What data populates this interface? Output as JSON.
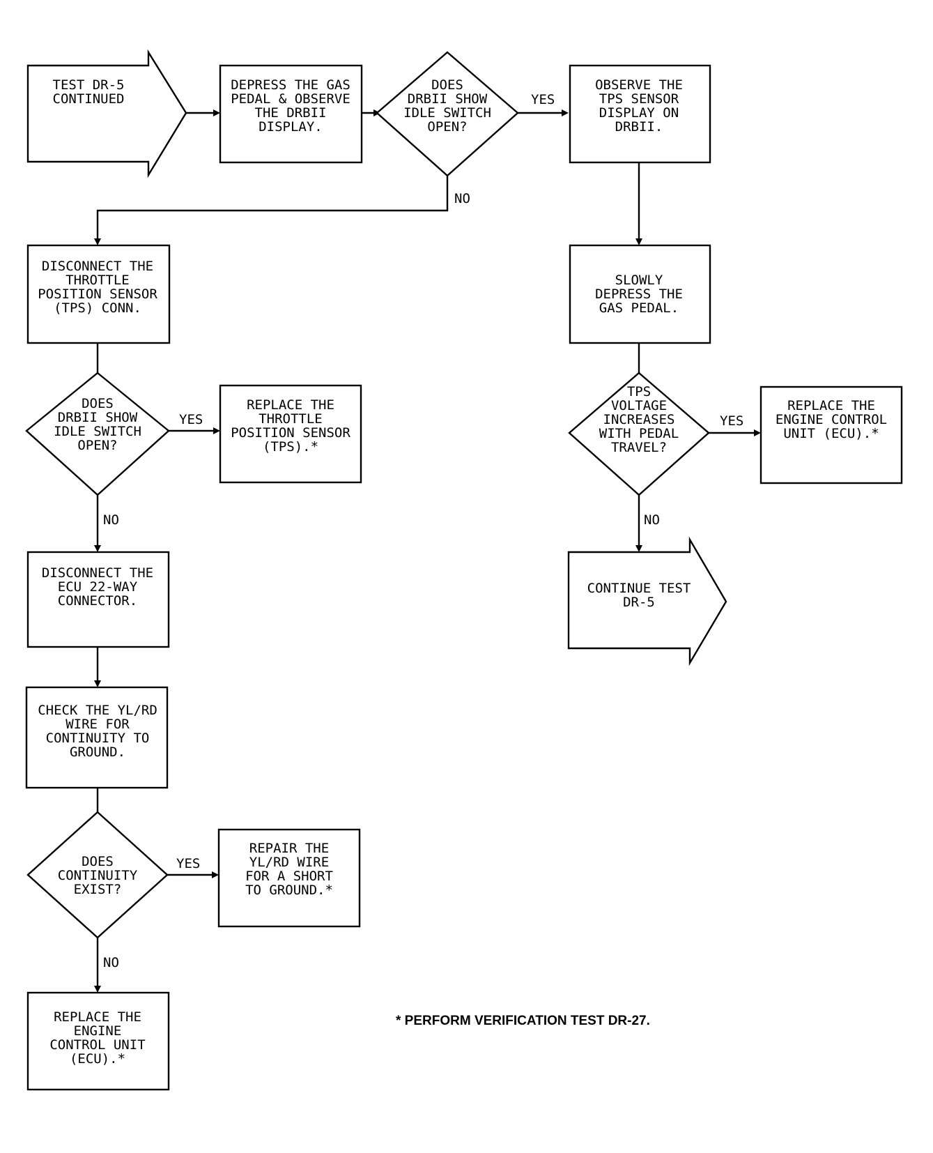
{
  "nodes": {
    "start": [
      "TEST DR-5",
      "CONTINUED"
    ],
    "depress_gas_pedal": [
      "DEPRESS THE GAS",
      "PEDAL & OBSERVE",
      "THE DRBII",
      "DISPLAY."
    ],
    "decision_idle_switch_1": [
      "DOES",
      "DRBII SHOW",
      "IDLE SWITCH",
      "OPEN?"
    ],
    "observe_tps": [
      "OBSERVE THE",
      "TPS SENSOR",
      "DISPLAY ON",
      "DRBII."
    ],
    "disconnect_tps": [
      "DISCONNECT THE",
      "THROTTLE",
      "POSITION SENSOR",
      "(TPS) CONN."
    ],
    "slowly_depress": [
      "SLOWLY",
      "DEPRESS THE",
      "GAS PEDAL."
    ],
    "decision_idle_switch_2": [
      "DOES",
      "DRBII SHOW",
      "IDLE SWITCH",
      "OPEN?"
    ],
    "replace_tps": [
      "REPLACE THE",
      "THROTTLE",
      "POSITION SENSOR",
      "(TPS).*"
    ],
    "decision_tps_voltage": [
      "TPS",
      "VOLTAGE",
      "INCREASES",
      "WITH PEDAL",
      "TRAVEL?"
    ],
    "replace_ecu_1": [
      "REPLACE THE",
      "ENGINE CONTROL",
      "UNIT (ECU).*"
    ],
    "disconnect_ecu": [
      "DISCONNECT THE",
      "ECU 22-WAY",
      "CONNECTOR."
    ],
    "continue_test": [
      "CONTINUE TEST",
      "DR-5"
    ],
    "check_wire": [
      "CHECK THE YL/RD",
      "WIRE FOR",
      "CONTINUITY TO",
      "GROUND."
    ],
    "decision_continuity": [
      "DOES",
      "CONTINUITY",
      "EXIST?"
    ],
    "repair_wire": [
      "REPAIR THE",
      "YL/RD WIRE",
      "FOR A SHORT",
      "TO GROUND.*"
    ],
    "replace_ecu_2": [
      "REPLACE THE",
      "ENGINE",
      "CONTROL UNIT",
      "(ECU).*"
    ]
  },
  "edges": {
    "yes": "YES",
    "no": "NO"
  },
  "footnote": "* PERFORM VERIFICATION TEST DR-27."
}
